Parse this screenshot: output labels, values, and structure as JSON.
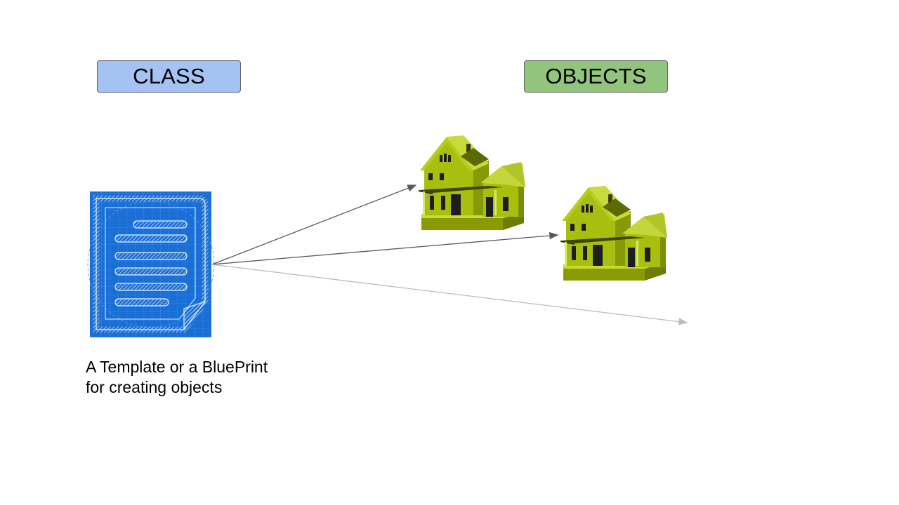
{
  "class_label": "CLASS",
  "objects_label": "OBJECTS",
  "caption": {
    "line1": "A Template or a BluePrint",
    "line2": "for creating objects"
  },
  "colors": {
    "class_box": "#a4c2f4",
    "objects_box": "#93c47d",
    "blueprint": "#1a6fd6",
    "house_wall": "#a8bf10",
    "house_roof": "#c5d63a",
    "arrow_dark": "#595959",
    "arrow_light": "#bdbdbd"
  },
  "icons": {
    "blueprint": "document-blueprint-icon",
    "house": "house-icon"
  }
}
